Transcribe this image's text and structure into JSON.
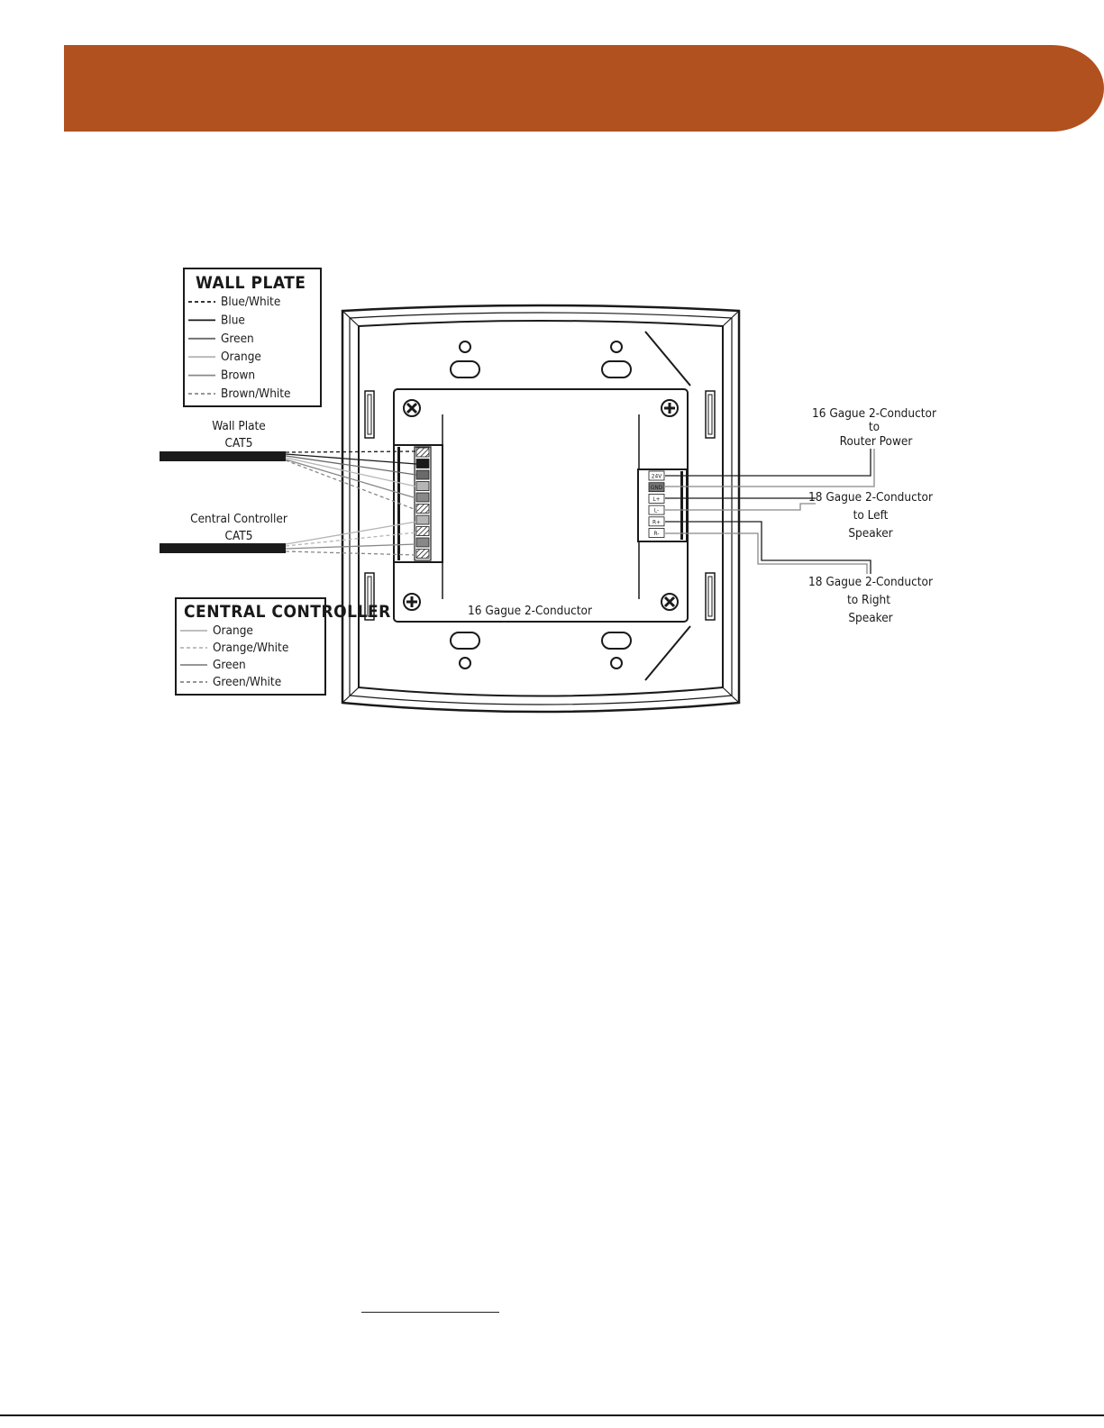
{
  "colors": {
    "header": "#b0511f",
    "ink": "#1a1a1a",
    "wire_gray": "#888888",
    "wire_light": "#b5b5b5"
  },
  "legend_wall_plate": {
    "title": "WALL PLATE",
    "items": [
      {
        "label": "Blue/White",
        "style": "dashed-dark"
      },
      {
        "label": "Blue",
        "style": "solid-dark"
      },
      {
        "label": "Green",
        "style": "solid-mid"
      },
      {
        "label": "Orange",
        "style": "solid-light"
      },
      {
        "label": "Brown",
        "style": "solid-gray"
      },
      {
        "label": "Brown/White",
        "style": "dashed-gray"
      }
    ]
  },
  "legend_central_controller": {
    "title": "CENTRAL CONTROLLER",
    "items": [
      {
        "label": "Orange",
        "style": "solid-light"
      },
      {
        "label": "Orange/White",
        "style": "dashed-light"
      },
      {
        "label": "Green",
        "style": "solid-gray"
      },
      {
        "label": "Green/White",
        "style": "dashed-gray"
      }
    ]
  },
  "cables": {
    "wall_plate": {
      "line1": "Wall Plate",
      "line2": "CAT5"
    },
    "central_controller": {
      "line1": "Central Controller",
      "line2": "CAT5"
    }
  },
  "terminal_labels": [
    "24V",
    "GND",
    "L+",
    "L-",
    "R+",
    "R-"
  ],
  "labels": {
    "bottom_conductor": "16 Gague 2-Conductor",
    "router_power": {
      "line1": "16 Gague 2-Conductor",
      "line2": "to",
      "line3": "Router Power"
    },
    "left_speaker": {
      "line1": "18 Gague 2-Conductor",
      "line2": "to Left",
      "line3": "Speaker"
    },
    "right_speaker": {
      "line1": "18 Gague 2-Conductor",
      "line2": "to Right",
      "line3": "Speaker"
    }
  }
}
